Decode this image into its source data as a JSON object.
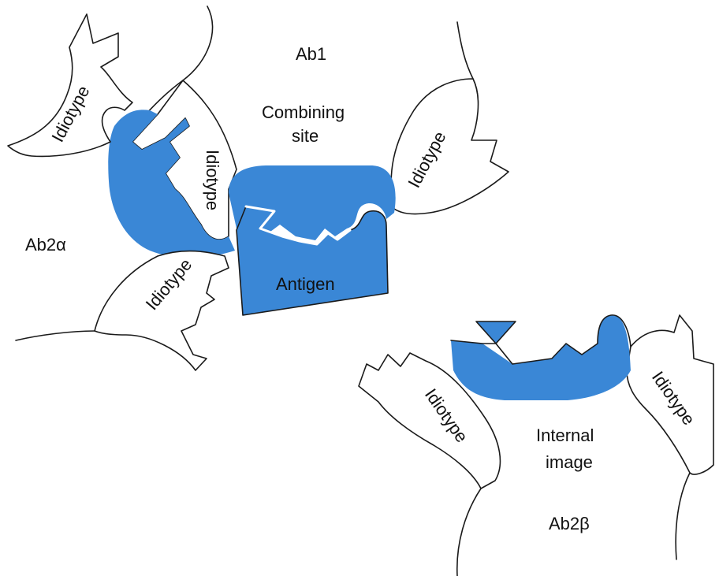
{
  "labels": {
    "ab1": "Ab1",
    "combining_site_line1": "Combining",
    "combining_site_line2": "site",
    "ab2_alpha": "Ab2α",
    "antigen": "Antigen",
    "internal_image_line1": "Internal",
    "internal_image_line2": "image",
    "ab2_beta": "Ab2β",
    "idiotype": "Idiotype"
  },
  "colors": {
    "binding_region": "#3a87d6",
    "outline": "#1a1a1a",
    "background": "#ffffff"
  }
}
